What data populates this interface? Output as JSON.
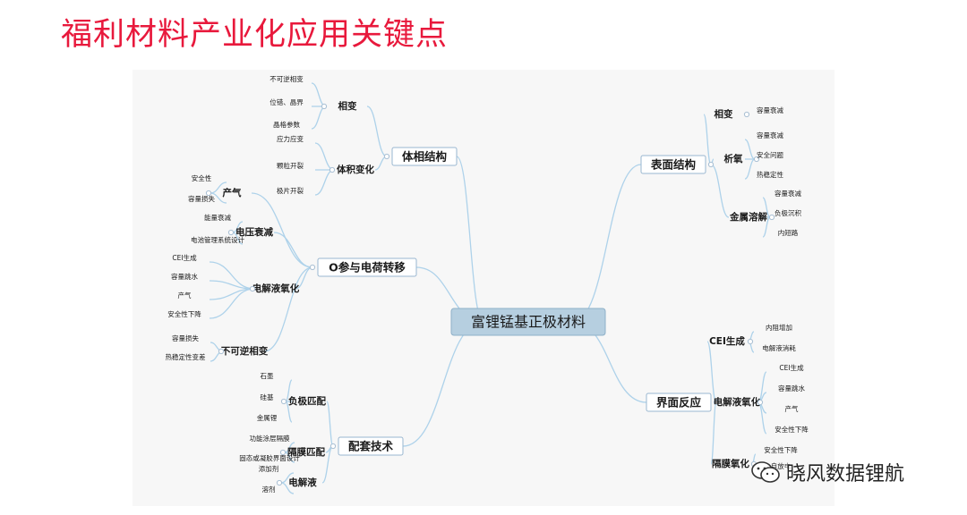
{
  "slide": {
    "title": "福利材料产业化应用关键点"
  },
  "mindmap": {
    "root": "富锂锰基正极材料",
    "branches": [
      {
        "label": "体相结构",
        "children": [
          {
            "label": "相变",
            "children": [
              "不可逆相变",
              "位错、晶界",
              "晶格参数"
            ]
          },
          {
            "label": "体积变化",
            "children": [
              "应力应变",
              "颗粒开裂",
              "极片开裂"
            ]
          }
        ]
      },
      {
        "label": "O参与电荷转移",
        "children": [
          {
            "label": "产气",
            "children": [
              "安全性",
              "容量损失"
            ]
          },
          {
            "label": "电压衰减",
            "children": [
              "能量衰减",
              "电池管理系统设计"
            ]
          },
          {
            "label": "电解液氧化",
            "children": [
              "CEI生成",
              "容量跳水",
              "产气",
              "安全性下降"
            ]
          },
          {
            "label": "不可逆相变",
            "children": [
              "容量损失",
              "热稳定性变差"
            ]
          }
        ]
      },
      {
        "label": "配套技术",
        "children": [
          {
            "label": "负极匹配",
            "children": [
              "石墨",
              "硅基",
              "金属锂"
            ]
          },
          {
            "label": "隔膜匹配",
            "children": [
              "功能涂层隔膜",
              "固态或凝胶界面设计"
            ]
          },
          {
            "label": "电解液",
            "children": [
              "添加剂",
              "溶剂"
            ]
          }
        ]
      },
      {
        "label": "表面结构",
        "children": [
          {
            "label": "相变",
            "children": [
              "容量衰减"
            ]
          },
          {
            "label": "析氧",
            "children": [
              "容量衰减",
              "安全问题",
              "热稳定性"
            ]
          },
          {
            "label": "金属溶解",
            "children": [
              "容量衰减",
              "负极沉积",
              "内短路"
            ]
          }
        ]
      },
      {
        "label": "界面反应",
        "children": [
          {
            "label": "CEI生成",
            "children": [
              "内阻增加",
              "电解液消耗"
            ]
          },
          {
            "label": "电解液氧化",
            "children": [
              "CEI生成",
              "容量跳水",
              "产气",
              "安全性下降"
            ]
          },
          {
            "label": "隔膜氧化",
            "children": [
              "安全性下降",
              "自放电"
            ]
          }
        ]
      }
    ]
  },
  "watermark": {
    "text": "晓风数据锂航",
    "icon": "wechat-icon"
  },
  "colors": {
    "title": "#e8193c",
    "line": "#aed2ea",
    "root_fill": "#b6cfe0",
    "branch_fill": "#ffffff",
    "branch_border": "#9ab7d0",
    "text": "#1a1a1a"
  }
}
